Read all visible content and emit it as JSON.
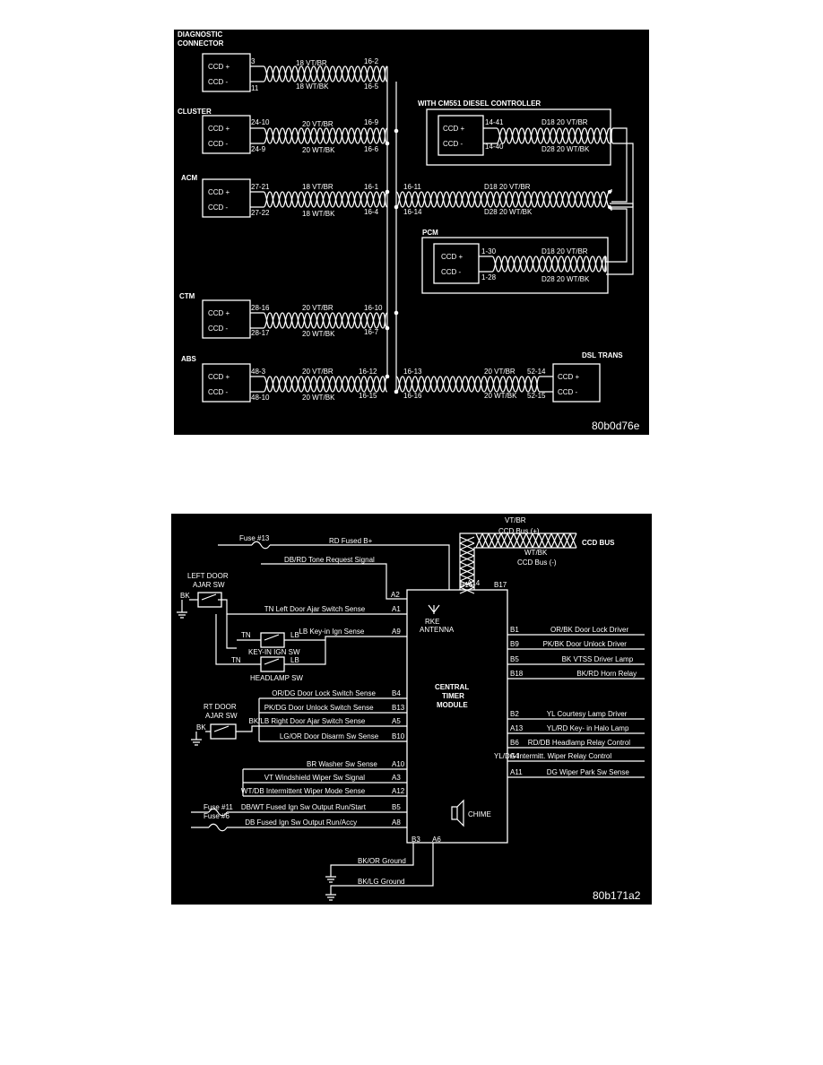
{
  "ccd_diagram": {
    "code": "80b0d76e",
    "modules": {
      "diagnostic": {
        "title_line1": "DIAGNOSTIC",
        "title_line2": "CONNECTOR",
        "plus": "CCD +",
        "minus": "CCD -",
        "pin_plus": "3",
        "pin_minus": "11",
        "wire_plus": "18 VT/BR",
        "wire_minus": "18 WT/BK",
        "splice_plus": "16-2",
        "splice_minus": "16-5"
      },
      "cluster": {
        "title": "CLUSTER",
        "plus": "CCD +",
        "minus": "CCD -",
        "pin_plus": "24-10",
        "pin_minus": "24-9",
        "wire_plus": "20 VT/BR",
        "wire_minus": "20 WT/BK",
        "splice_plus": "16-9",
        "splice_minus": "16-6"
      },
      "acm": {
        "title": "ACM",
        "plus": "CCD +",
        "minus": "CCD -",
        "pin_plus": "27-21",
        "pin_minus": "27-22",
        "wire_plus": "18 VT/BR",
        "wire_minus": "18 WT/BK",
        "splice_plus": "16-1",
        "splice_minus": "16-4",
        "splice2_plus": "16-11",
        "splice2_minus": "16-14",
        "wire2_plus": "D18  20  VT/BR",
        "wire2_minus": "D28  20  WT/BK"
      },
      "ctm": {
        "title": "CTM",
        "plus": "CCD +",
        "minus": "CCD -",
        "pin_plus": "28-16",
        "pin_minus": "28-17",
        "wire_plus": "20 VT/BR",
        "wire_minus": "20 WT/BK",
        "splice_plus": "16-10",
        "splice_minus": "16-7"
      },
      "abs": {
        "title": "ABS",
        "plus": "CCD +",
        "minus": "CCD -",
        "pin_plus": "48-3",
        "pin_minus": "48-10",
        "wire_plus": "20 VT/BR",
        "wire_minus": "20 WT/BK",
        "splice_plus": "16-12",
        "splice_minus": "16-15",
        "splice2_plus": "16-13",
        "splice2_minus": "16-16",
        "wire2_plus": "20 VT/BR",
        "wire2_minus": "20 WT/BK"
      },
      "diesel": {
        "title": "WITH CM551 DIESEL CONTROLLER",
        "plus": "CCD +",
        "minus": "CCD -",
        "pin_plus": "14-41",
        "pin_minus": "14-40",
        "wire_plus": "D18  20  VT/BR",
        "wire_minus": "D28  20  WT/BK"
      },
      "pcm": {
        "title": "PCM",
        "plus": "CCD +",
        "minus": "CCD -",
        "pin_plus": "1-30",
        "pin_minus": "1-28",
        "wire_plus": "D18  20  VT/BR",
        "wire_minus": "D28  20  WT/BK"
      },
      "dsl": {
        "title": "DSL TRANS",
        "plus": "CCD +",
        "minus": "CCD -",
        "pin_plus": "52-14",
        "pin_minus": "52-15"
      }
    }
  },
  "ctm_diagram": {
    "code": "80b171a2",
    "module_title": [
      "CENTRAL",
      "TIMER",
      "MODULE"
    ],
    "antenna_label": [
      "RKE",
      "ANTENNA"
    ],
    "chime_label": "CHIME",
    "bus": {
      "top_label": "VT/BR",
      "plus_label": "CCD Bus (+)",
      "minus_top": "WT/BK",
      "minus_label": "CCD Bus (-)",
      "bus_name": "CCD BUS"
    },
    "top_pins": {
      "a14": "A14",
      "b16": "B16",
      "b17": "B17"
    },
    "fuse13": "Fuse #13",
    "fuse11": "Fuse #11",
    "fuse6": "Fuse #6",
    "rd_fused": "RD  Fused  B+",
    "tone_request": "DB/RD  Tone  Request  Signal",
    "tone_pin": "A2",
    "left_door": {
      "title1": "LEFT DOOR",
      "title2": "AJAR SW",
      "bk": "BK"
    },
    "key_in": {
      "title": "KEY-IN IGN SW",
      "tn": "TN",
      "lb": "LB"
    },
    "headlamp": {
      "title": "HEADLAMP SW",
      "tn": "TN",
      "lb": "LB"
    },
    "rt_door": {
      "title1": "RT DOOR",
      "title2": "AJAR SW",
      "bk": "BK"
    },
    "left_inputs": [
      {
        "label": "TN  Left Door Ajar Switch Sense",
        "pin": "A1"
      },
      {
        "label": "LB  Key-in  Ign  Sense",
        "pin": "A9"
      },
      {
        "label": "OR/DG  Door Lock Switch Sense",
        "pin": "B4"
      },
      {
        "label": "PK/DG  Door Unlock Switch Sense",
        "pin": "B13"
      },
      {
        "label": "BK/LB  Right Door Ajar Switch Sense",
        "pin": "A5"
      },
      {
        "label": "LG/OR  Door Disarm Sw Sense",
        "pin": "B10"
      },
      {
        "label": "BR   Washer Sw Sense",
        "pin": "A10"
      },
      {
        "label": "VT  Windshield  Wiper Sw Signal",
        "pin": "A3"
      },
      {
        "label": "WT/DB  Intermittent  Wiper Mode Sense",
        "pin": "A12"
      },
      {
        "label": "DB/WT  Fused  Ign Sw Output Run/Start",
        "pin": "B5"
      },
      {
        "label": "DB  Fused  Ign  Sw  Output  Run/Accy",
        "pin": "A8"
      }
    ],
    "right_outputs": [
      {
        "pin": "B1",
        "label": "OR/BK  Door  Lock  Driver"
      },
      {
        "pin": "B9",
        "label": "PK/BK  Door  Unlock  Driver"
      },
      {
        "pin": "B5",
        "label": "BK  VTSS  Driver  Lamp"
      },
      {
        "pin": "B18",
        "label": "BK/RD  Horn  Relay"
      },
      {
        "pin": "B2",
        "label": "YL  Courtesy  Lamp  Driver"
      },
      {
        "pin": "A13",
        "label": "YL/RD  Key- in  Halo  Lamp"
      },
      {
        "pin": "B6",
        "label": "RD/DB  Headlamp  Relay  Control"
      },
      {
        "pin": "A4",
        "label": "YL/DG  Intermitt.  Wiper  Relay  Control"
      },
      {
        "pin": "A11",
        "label": "DG  Wiper  Park  Sw  Sense"
      }
    ],
    "ground_pins": {
      "b3": "B3",
      "a6": "A6"
    },
    "grounds": [
      "BK/OR  Ground",
      "BK/LG  Ground"
    ]
  }
}
